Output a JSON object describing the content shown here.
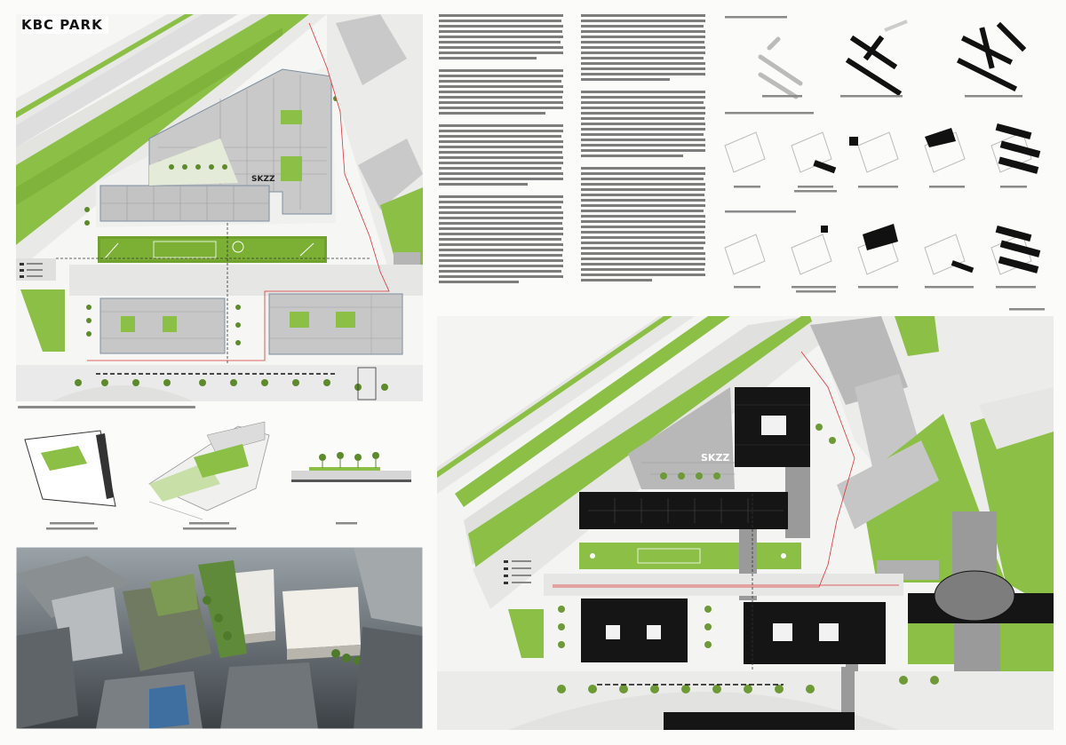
{
  "board": {
    "title": "KBC PARK",
    "colors": {
      "park_green": "#8bbf45",
      "light_green": "#c9dfa8",
      "road_gray": "#dcdcdc",
      "building_black": "#151515",
      "building_gray": "#b9b9b9",
      "paper": "#fbfbfa",
      "boundary_red": "#d33"
    }
  },
  "main_plan": {
    "labels": {
      "skzz": "SKZZ"
    }
  },
  "large_plan": {
    "labels": {
      "skzz": "SKZZ"
    }
  }
}
